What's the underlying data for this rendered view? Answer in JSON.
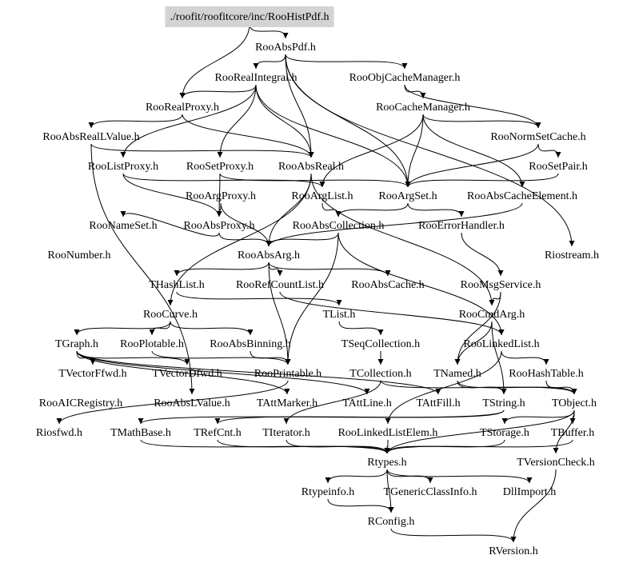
{
  "diagram": {
    "title": "./roofit/roofitcore/inc/RooHistPdf.h",
    "root": "./roofit/roofitcore/inc/RooHistPdf.h",
    "root_highlight_color": "#d3d3d3",
    "nodes": [
      {
        "id": "RooHistPdf",
        "label": "./roofit/roofitcore/inc/RooHistPdf.h",
        "root": true
      },
      {
        "id": "RooAbsPdf",
        "label": "RooAbsPdf.h"
      },
      {
        "id": "RooRealIntegral",
        "label": "RooRealIntegral.h"
      },
      {
        "id": "RooObjCacheManager",
        "label": "RooObjCacheManager.h"
      },
      {
        "id": "RooRealProxy",
        "label": "RooRealProxy.h"
      },
      {
        "id": "RooCacheManager",
        "label": "RooCacheManager.h"
      },
      {
        "id": "RooAbsRealLValue",
        "label": "RooAbsRealLValue.h"
      },
      {
        "id": "RooNormSetCache",
        "label": "RooNormSetCache.h"
      },
      {
        "id": "RooListProxy",
        "label": "RooListProxy.h"
      },
      {
        "id": "RooSetProxy",
        "label": "RooSetProxy.h"
      },
      {
        "id": "RooAbsReal",
        "label": "RooAbsReal.h"
      },
      {
        "id": "RooSetPair",
        "label": "RooSetPair.h"
      },
      {
        "id": "RooArgProxy",
        "label": "RooArgProxy.h"
      },
      {
        "id": "RooArgList",
        "label": "RooArgList.h"
      },
      {
        "id": "RooArgSet",
        "label": "RooArgSet.h"
      },
      {
        "id": "RooAbsCacheElement",
        "label": "RooAbsCacheElement.h"
      },
      {
        "id": "RooNameSet",
        "label": "RooNameSet.h"
      },
      {
        "id": "RooAbsProxy",
        "label": "RooAbsProxy.h"
      },
      {
        "id": "RooAbsCollection",
        "label": "RooAbsCollection.h"
      },
      {
        "id": "RooErrorHandler",
        "label": "RooErrorHandler.h"
      },
      {
        "id": "RooNumber",
        "label": "RooNumber.h"
      },
      {
        "id": "RooAbsArg",
        "label": "RooAbsArg.h"
      },
      {
        "id": "Riostream",
        "label": "Riostream.h"
      },
      {
        "id": "THashList",
        "label": "THashList.h"
      },
      {
        "id": "RooRefCountList",
        "label": "RooRefCountList.h"
      },
      {
        "id": "RooAbsCache",
        "label": "RooAbsCache.h"
      },
      {
        "id": "RooMsgService",
        "label": "RooMsgService.h"
      },
      {
        "id": "RooCurve",
        "label": "RooCurve.h"
      },
      {
        "id": "TList",
        "label": "TList.h"
      },
      {
        "id": "RooCmdArg",
        "label": "RooCmdArg.h"
      },
      {
        "id": "TGraph",
        "label": "TGraph.h"
      },
      {
        "id": "RooPlotable",
        "label": "RooPlotable.h"
      },
      {
        "id": "RooAbsBinning",
        "label": "RooAbsBinning.h"
      },
      {
        "id": "TSeqCollection",
        "label": "TSeqCollection.h"
      },
      {
        "id": "RooLinkedList",
        "label": "RooLinkedList.h"
      },
      {
        "id": "TVectorFfwd",
        "label": "TVectorFfwd.h"
      },
      {
        "id": "TVectorDfwd",
        "label": "TVectorDfwd.h"
      },
      {
        "id": "RooPrintable",
        "label": "RooPrintable.h"
      },
      {
        "id": "TCollection",
        "label": "TCollection.h"
      },
      {
        "id": "TNamed",
        "label": "TNamed.h"
      },
      {
        "id": "RooHashTable",
        "label": "RooHashTable.h"
      },
      {
        "id": "RooAICRegistry",
        "label": "RooAICRegistry.h"
      },
      {
        "id": "RooAbsLValue",
        "label": "RooAbsLValue.h"
      },
      {
        "id": "TAttMarker",
        "label": "TAttMarker.h"
      },
      {
        "id": "TAttLine",
        "label": "TAttLine.h"
      },
      {
        "id": "TAttFill",
        "label": "TAttFill.h"
      },
      {
        "id": "TString",
        "label": "TString.h"
      },
      {
        "id": "TObject",
        "label": "TObject.h"
      },
      {
        "id": "Riosfwd",
        "label": "Riosfwd.h"
      },
      {
        "id": "TMathBase",
        "label": "TMathBase.h"
      },
      {
        "id": "TRefCnt",
        "label": "TRefCnt.h"
      },
      {
        "id": "TIterator",
        "label": "TIterator.h"
      },
      {
        "id": "RooLinkedListElem",
        "label": "RooLinkedListElem.h"
      },
      {
        "id": "TStorage",
        "label": "TStorage.h"
      },
      {
        "id": "TBuffer",
        "label": "TBuffer.h"
      },
      {
        "id": "Rtypes",
        "label": "Rtypes.h"
      },
      {
        "id": "TVersionCheck",
        "label": "TVersionCheck.h"
      },
      {
        "id": "Rtypeinfo",
        "label": "Rtypeinfo.h"
      },
      {
        "id": "TGenericClassInfo",
        "label": "TGenericClassInfo.h"
      },
      {
        "id": "DllImport",
        "label": "DllImport.h"
      },
      {
        "id": "RConfig",
        "label": "RConfig.h"
      },
      {
        "id": "RVersion",
        "label": "RVersion.h"
      }
    ],
    "edges": [
      [
        "RooHistPdf",
        "RooAbsPdf"
      ],
      [
        "RooHistPdf",
        "RooRealProxy"
      ],
      [
        "RooAbsPdf",
        "RooRealIntegral"
      ],
      [
        "RooAbsPdf",
        "RooObjCacheManager"
      ],
      [
        "RooAbsPdf",
        "RooAbsReal"
      ],
      [
        "RooAbsPdf",
        "RooArgSet"
      ],
      [
        "RooAbsPdf",
        "Riostream"
      ],
      [
        "RooRealIntegral",
        "RooRealProxy"
      ],
      [
        "RooRealIntegral",
        "RooAbsReal"
      ],
      [
        "RooRealIntegral",
        "RooArgSet"
      ],
      [
        "RooRealIntegral",
        "RooSetProxy"
      ],
      [
        "RooRealIntegral",
        "RooListProxy"
      ],
      [
        "RooObjCacheManager",
        "RooCacheManager"
      ],
      [
        "RooObjCacheManager",
        "RooNormSetCache"
      ],
      [
        "RooRealProxy",
        "RooAbsRealLValue"
      ],
      [
        "RooRealProxy",
        "RooAbsReal"
      ],
      [
        "RooCacheManager",
        "RooNormSetCache"
      ],
      [
        "RooCacheManager",
        "RooArgSet"
      ],
      [
        "RooCacheManager",
        "RooArgList"
      ],
      [
        "RooCacheManager",
        "RooAbsCacheElement"
      ],
      [
        "RooNormSetCache",
        "RooSetPair"
      ],
      [
        "RooNormSetCache",
        "RooArgSet"
      ],
      [
        "RooSetPair",
        "RooArgSet"
      ],
      [
        "RooListProxy",
        "RooArgList"
      ],
      [
        "RooListProxy",
        "RooAbsProxy"
      ],
      [
        "RooSetProxy",
        "RooArgSet"
      ],
      [
        "RooSetProxy",
        "RooAbsProxy"
      ],
      [
        "RooAbsRealLValue",
        "RooAbsReal"
      ],
      [
        "RooAbsRealLValue",
        "RooAbsLValue"
      ],
      [
        "RooAbsReal",
        "RooAbsArg"
      ],
      [
        "RooAbsReal",
        "RooCmdArg"
      ],
      [
        "RooAbsReal",
        "RooCurve"
      ],
      [
        "RooArgProxy",
        "RooAbsProxy"
      ],
      [
        "RooArgProxy",
        "RooAbsArg"
      ],
      [
        "RooArgList",
        "RooAbsCollection"
      ],
      [
        "RooArgSet",
        "RooAbsCollection"
      ],
      [
        "RooArgSet",
        "RooErrorHandler"
      ],
      [
        "RooAbsCacheElement",
        "RooAbsArg"
      ],
      [
        "RooAbsProxy",
        "RooAbsArg"
      ],
      [
        "RooAbsProxy",
        "RooNameSet"
      ],
      [
        "RooAbsCollection",
        "RooAbsArg"
      ],
      [
        "RooAbsCollection",
        "RooPrintable"
      ],
      [
        "RooAbsCollection",
        "RooLinkedList"
      ],
      [
        "RooErrorHandler",
        "RooMsgService"
      ],
      [
        "RooAbsArg",
        "THashList"
      ],
      [
        "RooAbsArg",
        "RooRefCountList"
      ],
      [
        "RooAbsArg",
        "RooAbsCache"
      ],
      [
        "RooAbsArg",
        "RooPrintable"
      ],
      [
        "RooMsgService",
        "RooCmdArg"
      ],
      [
        "RooMsgService",
        "TNamed"
      ],
      [
        "RooCmdArg",
        "TNamed"
      ],
      [
        "RooCmdArg",
        "TString"
      ],
      [
        "RooRefCountList",
        "RooLinkedList"
      ],
      [
        "THashList",
        "TList"
      ],
      [
        "TList",
        "TSeqCollection"
      ],
      [
        "TSeqCollection",
        "TCollection"
      ],
      [
        "TCollection",
        "TObject"
      ],
      [
        "TCollection",
        "TIterator"
      ],
      [
        "RooCurve",
        "TGraph"
      ],
      [
        "RooCurve",
        "RooPlotable"
      ],
      [
        "RooCurve",
        "RooAbsBinning"
      ],
      [
        "TGraph",
        "TVectorFfwd"
      ],
      [
        "TGraph",
        "TVectorDfwd"
      ],
      [
        "TGraph",
        "TAttLine"
      ],
      [
        "TGraph",
        "TAttFill"
      ],
      [
        "TGraph",
        "TAttMarker"
      ],
      [
        "RooPlotable",
        "RooPrintable"
      ],
      [
        "RooAbsBinning",
        "RooPrintable"
      ],
      [
        "RooLinkedList",
        "RooHashTable"
      ],
      [
        "RooLinkedList",
        "RooLinkedListElem"
      ],
      [
        "RooHashTable",
        "TObject"
      ],
      [
        "RooPrintable",
        "Riosfwd"
      ],
      [
        "TNamed",
        "TObject"
      ],
      [
        "TNamed",
        "TString"
      ],
      [
        "TString",
        "TRefCnt"
      ],
      [
        "TString",
        "TMathBase"
      ],
      [
        "TObject",
        "TStorage"
      ],
      [
        "TObject",
        "TBuffer"
      ],
      [
        "TObject",
        "TVersionCheck"
      ],
      [
        "TObject",
        "Rtypes"
      ],
      [
        "TStorage",
        "Rtypes"
      ],
      [
        "TBuffer",
        "Rtypes"
      ],
      [
        "RooLinkedListElem",
        "Rtypes"
      ],
      [
        "TMathBase",
        "Rtypes"
      ],
      [
        "TRefCnt",
        "Rtypes"
      ],
      [
        "TIterator",
        "Rtypes"
      ],
      [
        "Rtypes",
        "Rtypeinfo"
      ],
      [
        "Rtypes",
        "TGenericClassInfo"
      ],
      [
        "Rtypes",
        "DllImport"
      ],
      [
        "Rtypes",
        "RConfig"
      ],
      [
        "Rtypeinfo",
        "RConfig"
      ],
      [
        "TVersionCheck",
        "RVersion"
      ],
      [
        "RConfig",
        "RVersion"
      ]
    ]
  }
}
